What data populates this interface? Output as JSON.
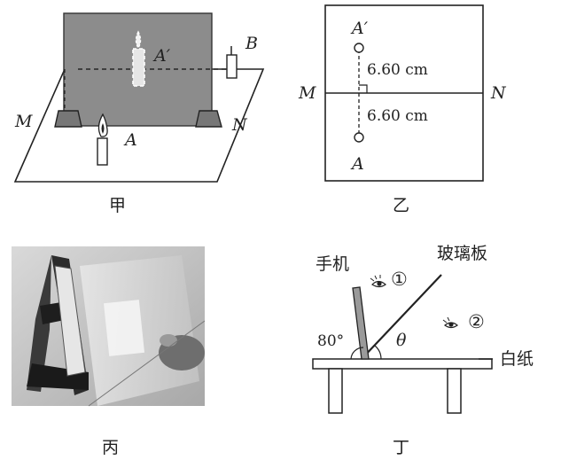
{
  "panel_jia": {
    "caption": "甲",
    "label_M": "M",
    "label_N": "N",
    "label_A": "A",
    "label_A_prime": "A′",
    "label_B": "B"
  },
  "panel_yi": {
    "caption": "乙",
    "label_M": "M",
    "label_N": "N",
    "label_A": "A",
    "label_A_prime": "A′",
    "distance_upper": "6.60 cm",
    "distance_lower": "6.60 cm"
  },
  "panel_bing": {
    "caption": "丙"
  },
  "panel_ding": {
    "caption": "丁",
    "label_phone": "手机",
    "label_glass": "玻璃板",
    "label_paper": "白纸",
    "angle_label": "80°",
    "theta_label": "θ",
    "eye_1": "①",
    "eye_2": "②"
  }
}
